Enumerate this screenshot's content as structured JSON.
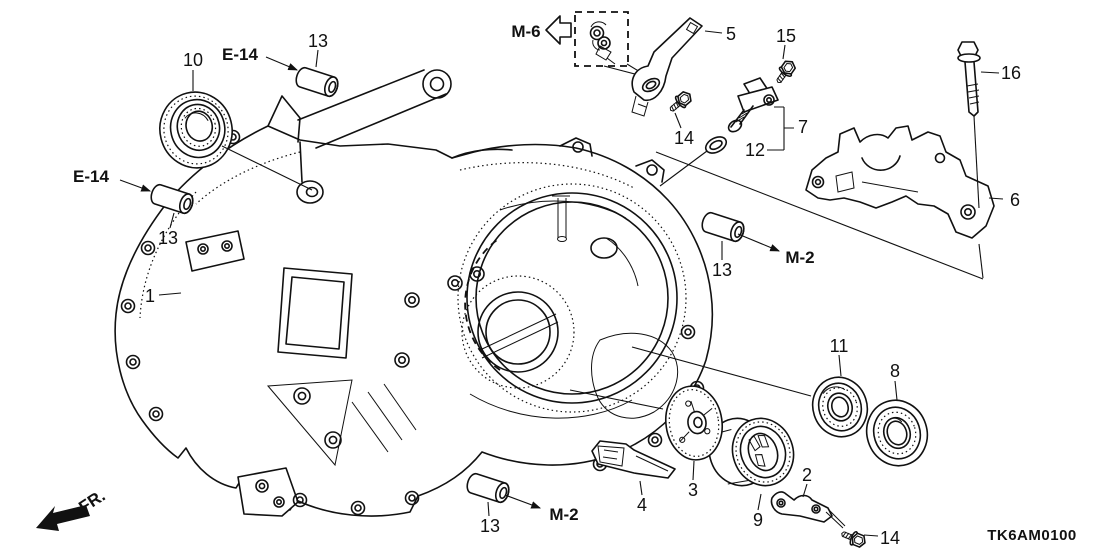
{
  "code": "TK6AM0100",
  "refs": {
    "e14": "E-14",
    "m6": "M-6",
    "m2": "M-2",
    "fr": "FR."
  },
  "callouts": {
    "n1": "1",
    "n2": "2",
    "n3": "3",
    "n4": "4",
    "n5": "5",
    "n6": "6",
    "n7": "7",
    "n8": "8",
    "n9": "9",
    "n10": "10",
    "n11": "11",
    "n12": "12",
    "n13": "13",
    "n14": "14",
    "n15": "15",
    "n16": "16"
  }
}
